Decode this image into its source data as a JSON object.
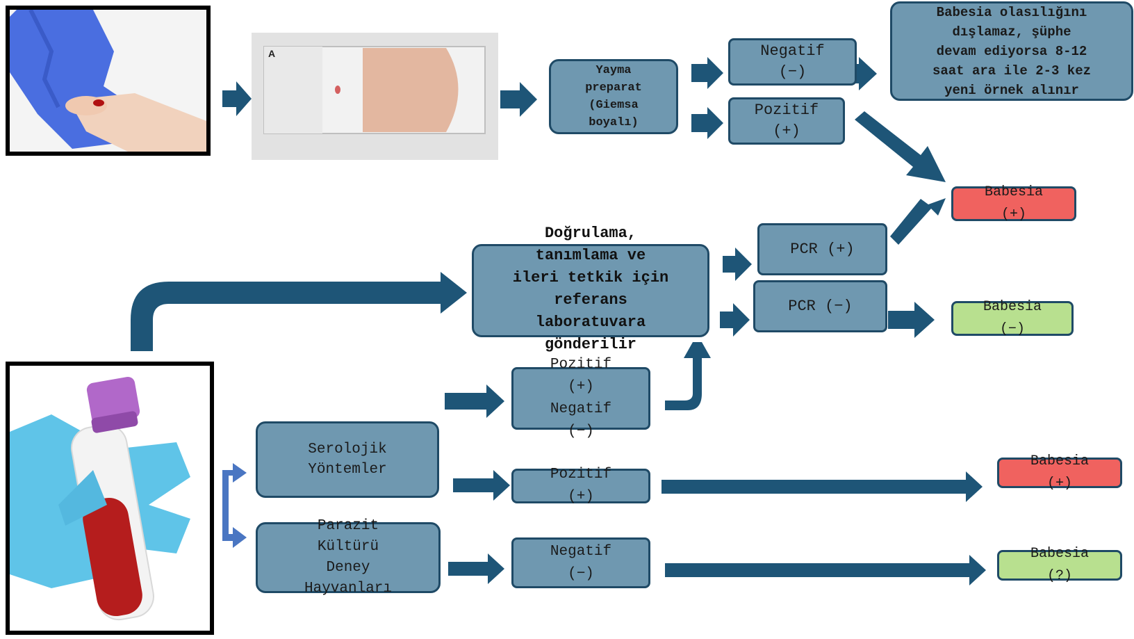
{
  "colors": {
    "box_fill": "#6f98b0",
    "box_border": "#1f4a66",
    "arrow": "#1e5577",
    "serology_arrow": "#4a76c2",
    "positive_result": "#f0625f",
    "negative_result": "#b8e08f"
  },
  "images": {
    "finger_prick": "finger-prick-photo",
    "blood_smear_slide": "blood-smear-slide-photo",
    "slide_label": "A",
    "blood_tube": "blood-tube-photo"
  },
  "smear": {
    "label": "Yayma\npreparat\n(Giemsa\nboyalı)",
    "negative": "Negatif\n(−)",
    "positive": "Pozitif\n(+)",
    "negative_note": "Babesia olasılığını\ndışlamaz, şüphe\ndevam ediyorsa 8-12\nsaat ara ile 2-3 kez\nyeni örnek alınır"
  },
  "reference": {
    "label": "Doğrulama,\ntanımlama ve\nileri tetkik için\nreferans\nlaboratuvara\ngönderilir",
    "pcr_positive": "PCR (+)",
    "pcr_negative": "PCR (−)"
  },
  "results": {
    "top_positive": "Babesia\n(+)",
    "pcr_negative": "Babesia\n(−)",
    "serology_positive": "Babesia\n(+)",
    "culture_negative": "Babesia\n(?)"
  },
  "methods": {
    "serology": "Serolojik\nYöntemler",
    "culture": "Parazit\nKültürü\nDeney\nHayvanları",
    "pos_neg": "Pozitif\n(+)\nNegatif\n(−)",
    "positive": "Pozitif\n(+)",
    "negative": "Negatif\n(−)"
  }
}
